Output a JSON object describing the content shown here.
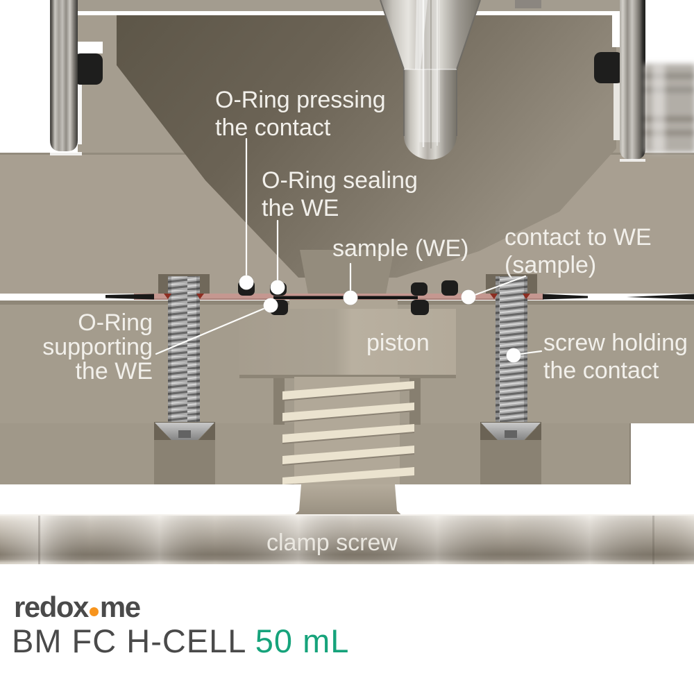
{
  "page": {
    "background_color": "#ffffff"
  },
  "annotations": {
    "oring_pressing": {
      "line1": "O-Ring pressing",
      "line2": "the contact"
    },
    "oring_sealing": {
      "line1": "O-Ring sealing",
      "line2": "the WE"
    },
    "sample_we": {
      "line1": "sample (WE)"
    },
    "contact_to_we": {
      "line1": "contact to WE",
      "line2": "(sample)"
    },
    "oring_supporting": {
      "line1": "O-Ring",
      "line2": "supporting",
      "line3": "the WE"
    },
    "piston": {
      "line1": "piston"
    },
    "screw_holding": {
      "line1": "screw holding",
      "line2": "the contact"
    },
    "clamp_screw": {
      "line1": "clamp screw"
    }
  },
  "annotation_style": {
    "text_color": "#f2f0eb",
    "leader_color": "#fdfdfb"
  },
  "branding": {
    "logo_text_left": "redox",
    "logo_dot": ".",
    "logo_text_right": "me",
    "logo_color": "#4a4a4a",
    "logo_dot_color": "#f7941d"
  },
  "product": {
    "name": "BM FC H-CELL",
    "volume": "50 mL",
    "name_color": "#4a4a4a",
    "volume_color": "#16a37b"
  },
  "materials": {
    "body_taupe": "#a59d8f",
    "cavity_dark": "#6b6355",
    "piston_light": "#b3aa9a",
    "contact_strip_pink": "#c59790",
    "o_ring_black": "#1e1e1d",
    "thread_cream": "#ebe3cf",
    "clamp_metal": "#beb7ac"
  }
}
